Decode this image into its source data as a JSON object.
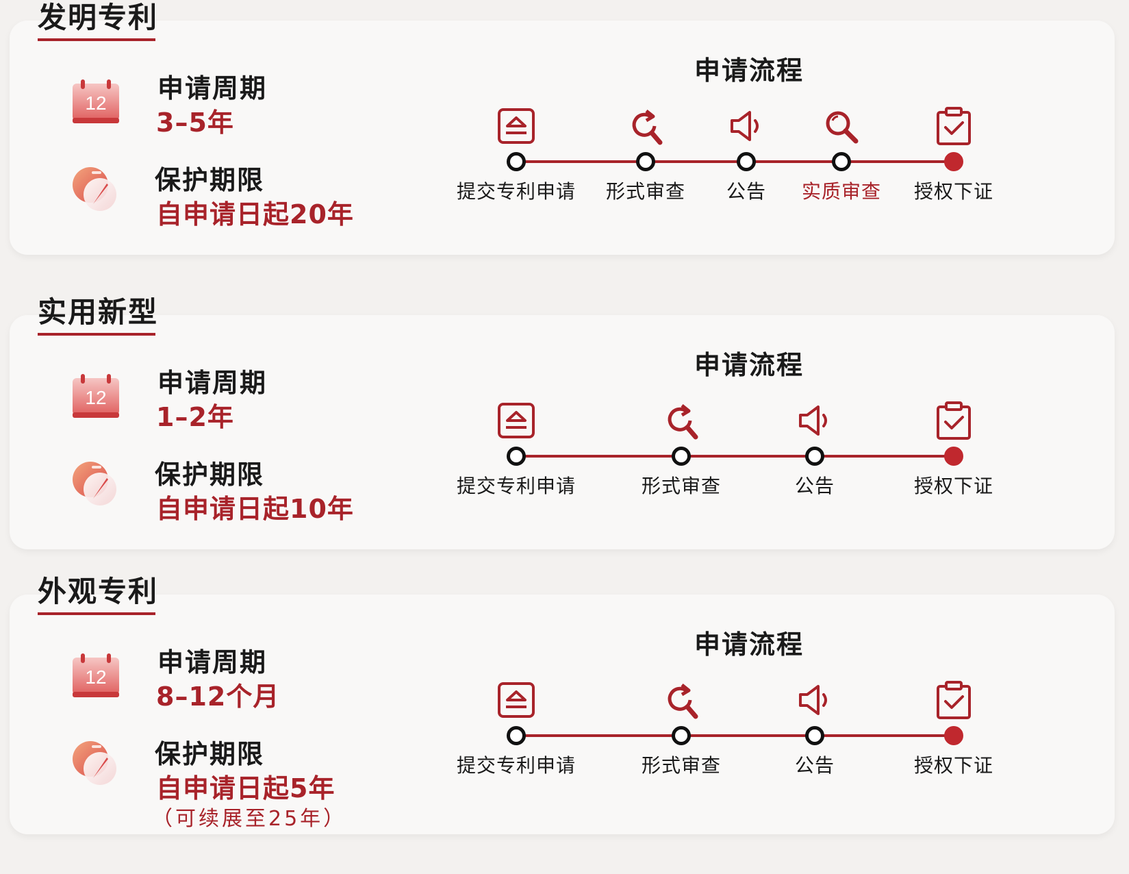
{
  "colors": {
    "accent": "#a8232a",
    "final_dot": "#c0282e",
    "card": "#f9f8f7",
    "background": "#f3f1ef"
  },
  "icons": {
    "calendar": "calendar-12-icon",
    "protection": "quill-badge-icon",
    "submit": "upload-document-icon",
    "formal": "magnify-refresh-icon",
    "announce": "megaphone-icon",
    "substantive": "magnify-icon",
    "grant": "clipboard-check-icon"
  },
  "sections": [
    {
      "title": "发明专利",
      "calendar_badge": "12",
      "cycle_label": "申请周期",
      "cycle_value": "3–5年",
      "protect_label": "保护期限",
      "protect_value": "自申请日起20年",
      "flow_title": "申请流程",
      "steps": [
        {
          "label": "提交专利申请",
          "icon": "submit"
        },
        {
          "label": "形式审查",
          "icon": "formal"
        },
        {
          "label": "公告",
          "icon": "announce"
        },
        {
          "label": "实质审查",
          "icon": "substantive",
          "active": true
        },
        {
          "label": "授权下证",
          "icon": "grant",
          "final": true
        }
      ]
    },
    {
      "title": "实用新型",
      "calendar_badge": "12",
      "cycle_label": "申请周期",
      "cycle_value": "1–2年",
      "protect_label": "保护期限",
      "protect_value": "自申请日起10年",
      "flow_title": "申请流程",
      "steps": [
        {
          "label": "提交专利申请",
          "icon": "submit"
        },
        {
          "label": "形式审查",
          "icon": "formal"
        },
        {
          "label": "公告",
          "icon": "announce"
        },
        {
          "label": "授权下证",
          "icon": "grant",
          "final": true
        }
      ]
    },
    {
      "title": "外观专利",
      "calendar_badge": "12",
      "cycle_label": "申请周期",
      "cycle_value": "8–12个月",
      "protect_label": "保护期限",
      "protect_value": "自申请日起5年",
      "protect_note": "（可续展至25年）",
      "flow_title": "申请流程",
      "steps": [
        {
          "label": "提交专利申请",
          "icon": "submit"
        },
        {
          "label": "形式审查",
          "icon": "formal"
        },
        {
          "label": "公告",
          "icon": "announce"
        },
        {
          "label": "授权下证",
          "icon": "grant",
          "final": true
        }
      ]
    }
  ]
}
